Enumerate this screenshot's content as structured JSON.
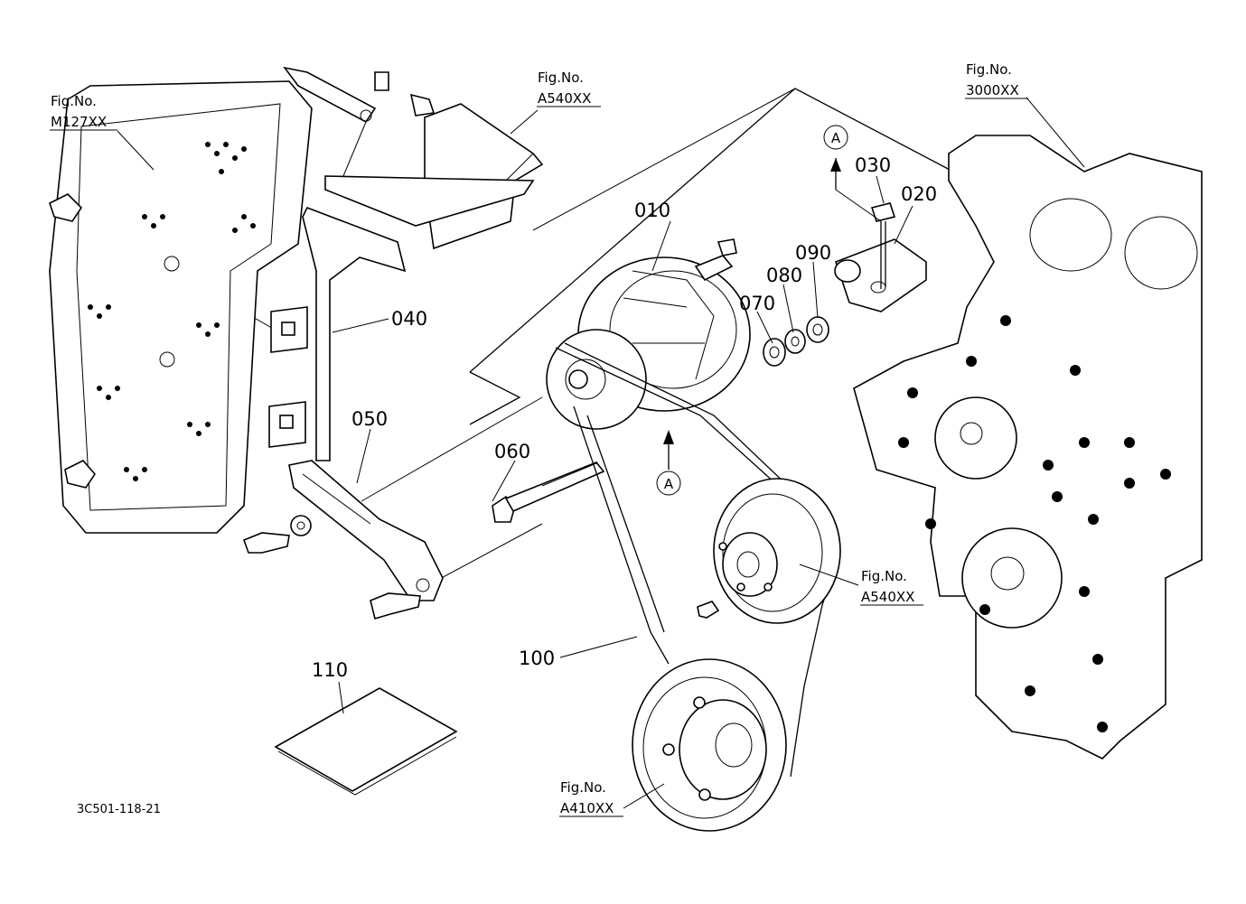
{
  "parts": {
    "p010": "010",
    "p020": "020",
    "p030": "030",
    "p040": "040",
    "p050": "050",
    "p060": "060",
    "p070": "070",
    "p080": "080",
    "p090": "090",
    "p100": "100",
    "p110": "110"
  },
  "refs": [
    {
      "line1": "Fig.No.",
      "line2": "M127XX"
    },
    {
      "line1": "Fig.No.",
      "line2": "A540XX"
    },
    {
      "line1": "Fig.No.",
      "line2": "3000XX"
    },
    {
      "line1": "Fig.No.",
      "line2": "A540XX"
    },
    {
      "line1": "Fig.No.",
      "line2": "A410XX"
    }
  ],
  "view_marker": "A",
  "drawing_code": "3C501-118-21"
}
